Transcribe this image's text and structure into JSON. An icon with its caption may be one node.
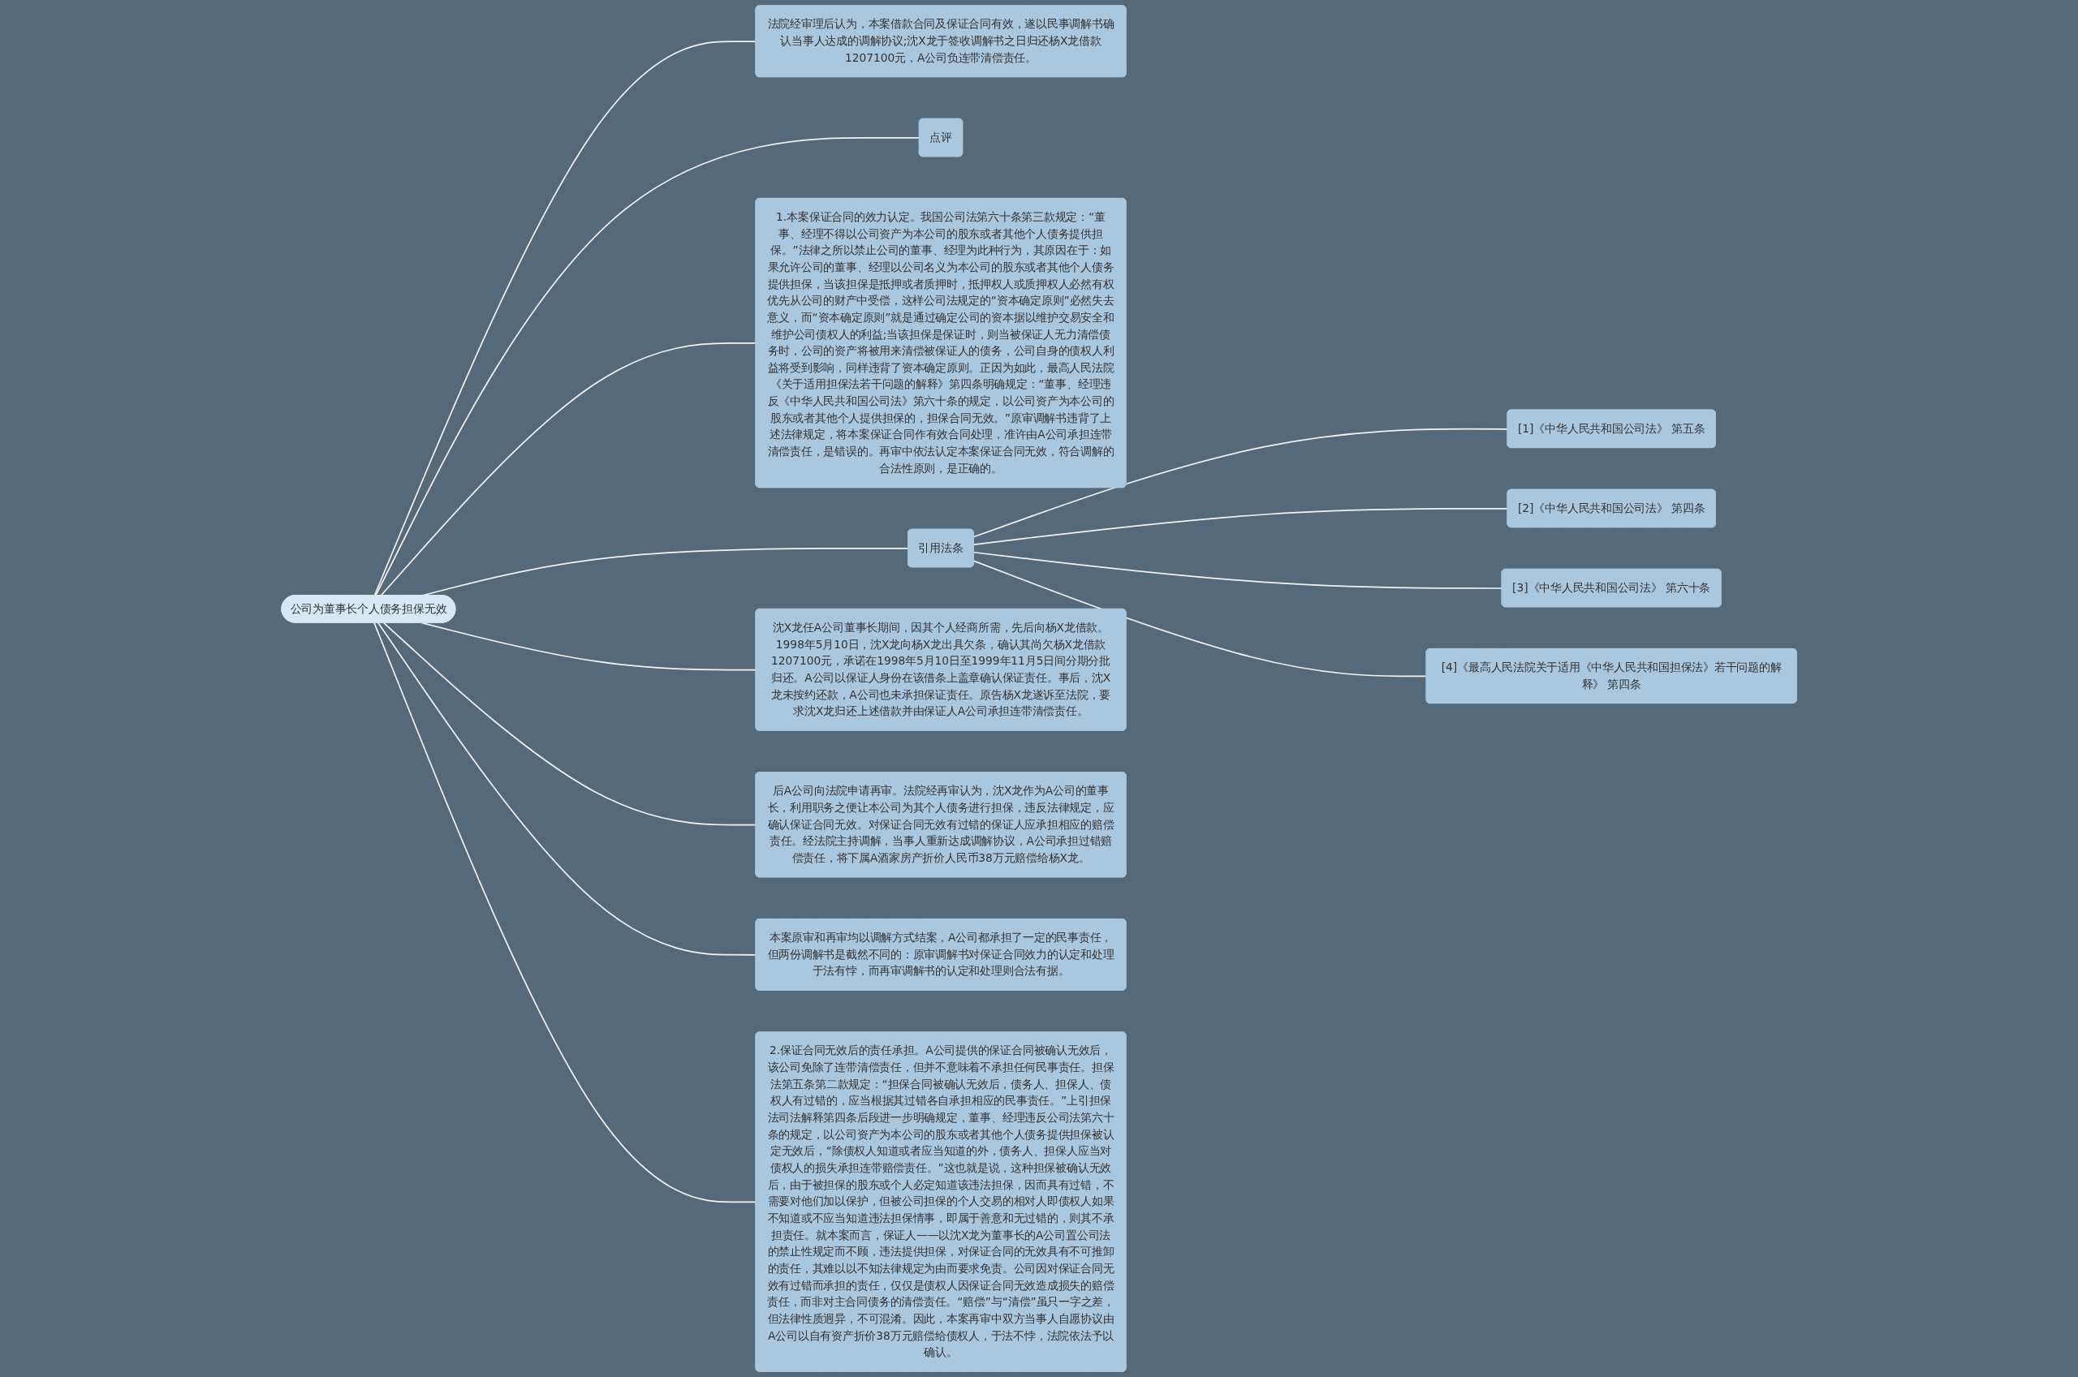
{
  "diagram": {
    "nodes": [
      {
        "text": [
          "公司为董事长个人债务担保无效"
        ]
      },
      {
        "text": [
          "法院经审理后认为，本案借款合同及保证合同有效，遂以民事调解书确认当事人达成的调解协议;沈X龙于签收调解书之日归还杨X龙借款1207100元，A公司负连带清偿责任。"
        ]
      },
      {
        "text": [
          "点评"
        ]
      },
      {
        "text": [
          "1.本案保证合同的效力认定。我国公司法第六十条第三款规定：“董事、经理不得以公司资产为本公司的股东或者其他个人债务提供担保。”法律之所以禁止公司的董事、经理为此种行为，其原因在于：如果允许公司的董事、经理以公司名义为本公司的股东或者其他个人债务提供担保，当该担保是抵押或者质押时，抵押权人或质押权人必然有权优先从公司的财产中受偿，这样公司法规定的“资本确定原则”必然失去意义，而“资本确定原则”就是通过确定公司的资本据以维护交易安全和维护公司债权人的利益;当该担保是保证时，则当被保证人无力清偿债务时，公司的资产将被用来清偿被保证人的债务，公司自身的债权人利益将受到影响，同样违背了资本确定原则。正因为如此，最高人民法院《关于适用担保法若干问题的解释》第四条明确规定：“董事、经理违反《中华人民共和国公司法》第六十条的规定，以公司资产为本公司的股东或者其他个人提供担保的，担保合同无效。”原审调解书违背了上述法律规定，将本案保证合同作有效合同处理，准许由A公司承担连带清偿责任，是错误的。再审中依法认定本案保证合同无效，符合调解的合法性原则，是正确的。"
        ]
      },
      {
        "text": [
          "引用法条"
        ]
      },
      {
        "text": [
          "[1]《中华人民共和国公司法》 第五条"
        ]
      },
      {
        "text": [
          "[2]《中华人民共和国公司法》 第四条"
        ]
      },
      {
        "text": [
          "[3]《中华人民共和国公司法》 第六十条"
        ]
      },
      {
        "text": [
          "[4]《最高人民法院关于适用《中华人民共和国担保法》若干问题的解释》 第四条"
        ]
      },
      {
        "text": [
          "沈X龙任A公司董事长期间，因其个人经商所需，先后向杨X龙借款。1998年5月10日，沈X龙向杨X龙出具欠条，确认其尚欠杨X龙借款1207100元，承诺在1998年5月10日至1999年11月5日间分期分批归还。A公司以保证人身份在该借条上盖章确认保证责任。事后，沈X龙未按约还款，A公司也未承担保证责任。原告杨X龙遂诉至法院，要求沈X龙归还上述借款并由保证人A公司承担连带清偿责任。"
        ]
      },
      {
        "text": [
          "后A公司向法院申请再审。法院经再审认为，沈X龙作为A公司的董事长，利用职务之便让本公司为其个人债务进行担保，违反法律规定，应确认保证合同无效。对保证合同无效有过错的保证人应承担相应的赔偿责任。经法院主持调解，当事人重新达成调解协议，A公司承担过错赔偿责任，将下属A酒家房产折价人民币38万元赔偿给杨X龙。"
        ]
      },
      {
        "text": [
          "本案原审和再审均以调解方式结案，A公司都承担了一定的民事责任，但两份调解书是截然不同的：原审调解书对保证合同效力的认定和处理于法有悖，而再审调解书的认定和处理则合法有据。"
        ]
      },
      {
        "text": [
          "2.保证合同无效后的责任承担。A公司提供的保证合同被确认无效后，该公司免除了连带清偿责任，但并不意味着不承担任何民事责任。担保法第五条第二款规定：“担保合同被确认无效后，债务人、担保人、债权人有过错的，应当根据其过错各自承担相应的民事责任。”上引担保法司法解释第四条后段进一步明确规定，董事、经理违反公司法第六十条的规定，以公司资产为本公司的股东或者其他个人债务提供担保被认定无效后，“除债权人知道或者应当知道的外，债务人、担保人应当对债权人的损失承担连带赔偿责任。”这也就是说，这种担保被确认无效后，由于被担保的股东或个人必定知道该违法担保，因而具有过错，不需要对他们加以保护，但被公司担保的个人交易的相对人即债权人如果不知道或不应当知道违法担保情事，即属于善意和无过错的，则其不承担责任。就本案而言，保证人——以沈X龙为董事长的A公司置公司法的禁止性规定而不顾，违法提供担保，对保证合同的无效具有不可推卸的责任，其难以以不知法律规定为由而要求免责。公司因对保证合同无效有过错而承担的责任，仅仅是债权人因保证合同无效造成损失的赔偿责任，而非对主合同债务的清偿责任。“赔偿”与“清偿”虽只一字之差，但法律性质迥异，不可混淆。因此，本案再审中双方当事人自愿协议由A公司以自有资产折价38万元赔偿给债权人，于法不悖，法院依法予以确认。"
        ]
      }
    ],
    "edges": [
      {
        "from": 0,
        "to": 1,
        "arrow": "none"
      },
      {
        "from": 0,
        "to": 2,
        "arrow": "none"
      },
      {
        "from": 0,
        "to": 3,
        "arrow": "none"
      },
      {
        "from": 0,
        "to": 4,
        "arrow": "none"
      },
      {
        "from": 4,
        "to": 5,
        "arrow": "none"
      },
      {
        "from": 4,
        "to": 6,
        "arrow": "none"
      },
      {
        "from": 4,
        "to": 7,
        "arrow": "none"
      },
      {
        "from": 4,
        "to": 8,
        "arrow": "none"
      },
      {
        "from": 0,
        "to": 9,
        "arrow": "none"
      },
      {
        "from": 0,
        "to": 10,
        "arrow": "none"
      },
      {
        "from": 0,
        "to": 11,
        "arrow": "none"
      },
      {
        "from": 0,
        "to": 12,
        "arrow": "none"
      }
    ]
  }
}
